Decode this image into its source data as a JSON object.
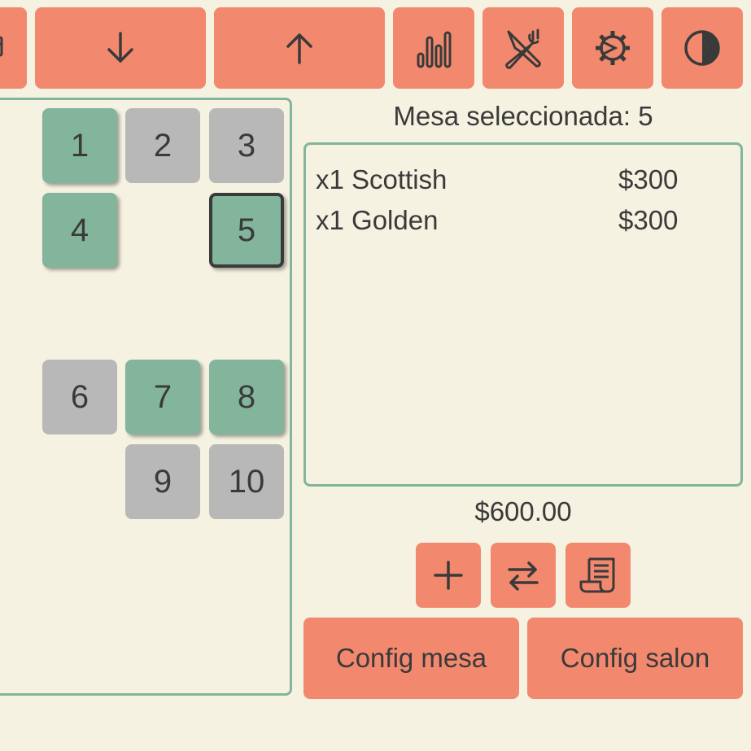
{
  "toolbar": {
    "buttons": [
      {
        "name": "partial-left-button",
        "icon": "window-icon"
      },
      {
        "name": "move-down-button",
        "icon": "arrow-down-icon"
      },
      {
        "name": "move-up-button",
        "icon": "arrow-up-icon"
      },
      {
        "name": "stats-button",
        "icon": "bar-chart-icon"
      },
      {
        "name": "menu-button",
        "icon": "fork-knife-icon"
      },
      {
        "name": "settings-button",
        "icon": "gear-icon"
      },
      {
        "name": "theme-button",
        "icon": "contrast-icon"
      }
    ]
  },
  "salon": {
    "tables": [
      {
        "label": "1",
        "status": "occupied"
      },
      {
        "label": "2",
        "status": "free"
      },
      {
        "label": "3",
        "status": "free"
      },
      {
        "label": "4",
        "status": "occupied"
      },
      {
        "label": "5",
        "status": "occupied",
        "selected": true
      },
      {
        "label": "6",
        "status": "free"
      },
      {
        "label": "7",
        "status": "occupied"
      },
      {
        "label": "8",
        "status": "occupied"
      },
      {
        "label": "9",
        "status": "free"
      },
      {
        "label": "10",
        "status": "free"
      }
    ]
  },
  "order": {
    "selected_label": "Mesa seleccionada: 5",
    "items": [
      {
        "qty_name": "x1 Scottish",
        "price": "$300"
      },
      {
        "qty_name": "x1 Golden",
        "price": "$300"
      }
    ],
    "total": "$600.00"
  },
  "actions": {
    "add_icon": "plus-icon",
    "transfer_icon": "swap-arrows-icon",
    "receipt_icon": "receipt-icon",
    "config_mesa": "Config mesa",
    "config_salon": "Config salon"
  },
  "colors": {
    "background": "#f5f2e1",
    "button": "#f2896e",
    "occupied": "#82b59b",
    "free": "#b8b8b8",
    "text": "#3a3a3a"
  }
}
